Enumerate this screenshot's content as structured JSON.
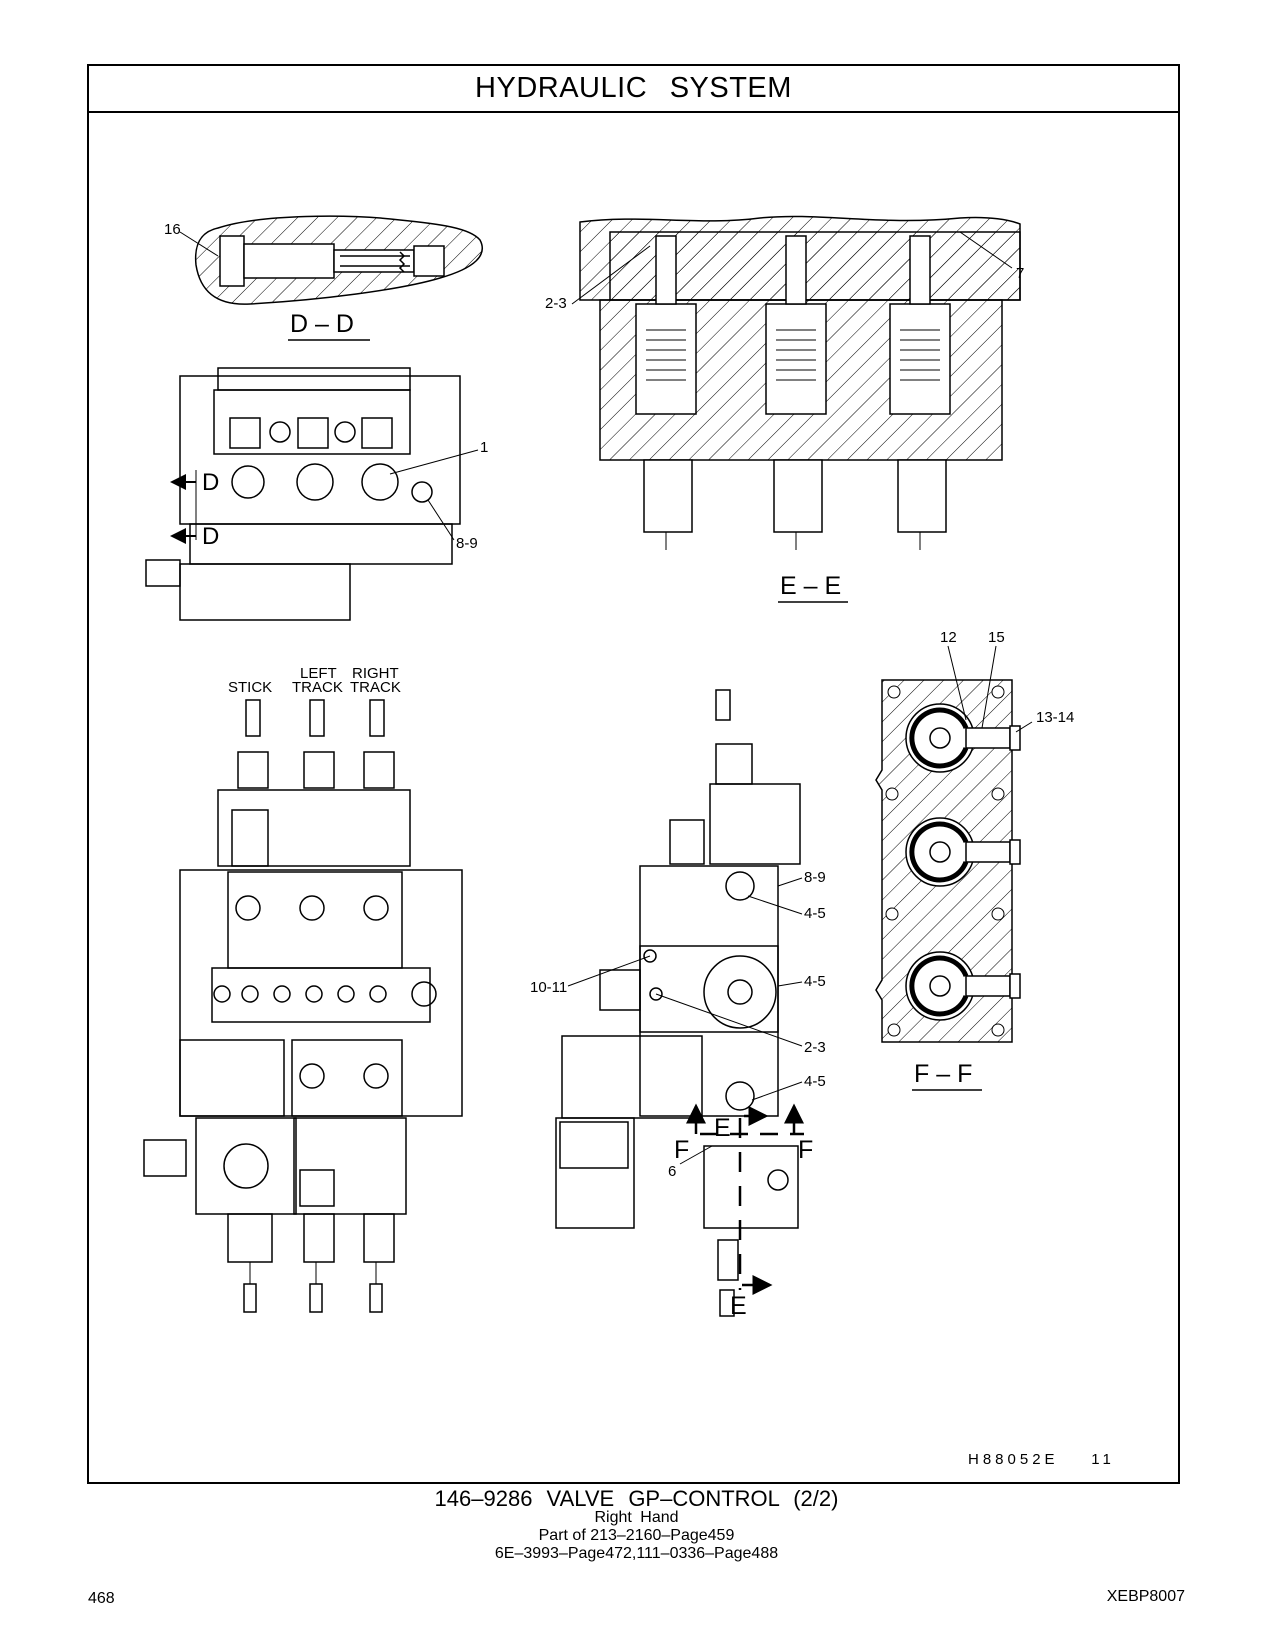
{
  "header": {
    "title": "HYDRAULIC SYSTEM"
  },
  "views": {
    "dd": "D – D",
    "ee": "E – E",
    "ff": "F – F"
  },
  "section_marks": {
    "d": "D",
    "e": "E",
    "f": "F"
  },
  "callouts": {
    "c16": "16",
    "c7": "7",
    "c23_top": "2-3",
    "c1": "1",
    "c89_top": "8-9",
    "c12": "12",
    "c15": "15",
    "c1314": "13-14",
    "c89_right": "8-9",
    "c45_a": "4-5",
    "c45_b": "4-5",
    "c1011": "10-11",
    "c23_bottom": "2-3",
    "c45_c": "4-5",
    "c6": "6"
  },
  "solenoid_labels": {
    "stick": "STICK",
    "left_1": "LEFT",
    "left_2": "TRACK",
    "right_1": "RIGHT",
    "right_2": "TRACK"
  },
  "illustration_id": "H88052E    11",
  "caption": {
    "main": "146–9286 VALVE GP–CONTROL (2/2)",
    "sub1": "Right Hand",
    "sub2": "Part of 213–2160–Page459",
    "sub3": "6E–3993–Page472,111–0336–Page488"
  },
  "footer": {
    "page_number": "468",
    "doc_code": "XEBP8007"
  }
}
